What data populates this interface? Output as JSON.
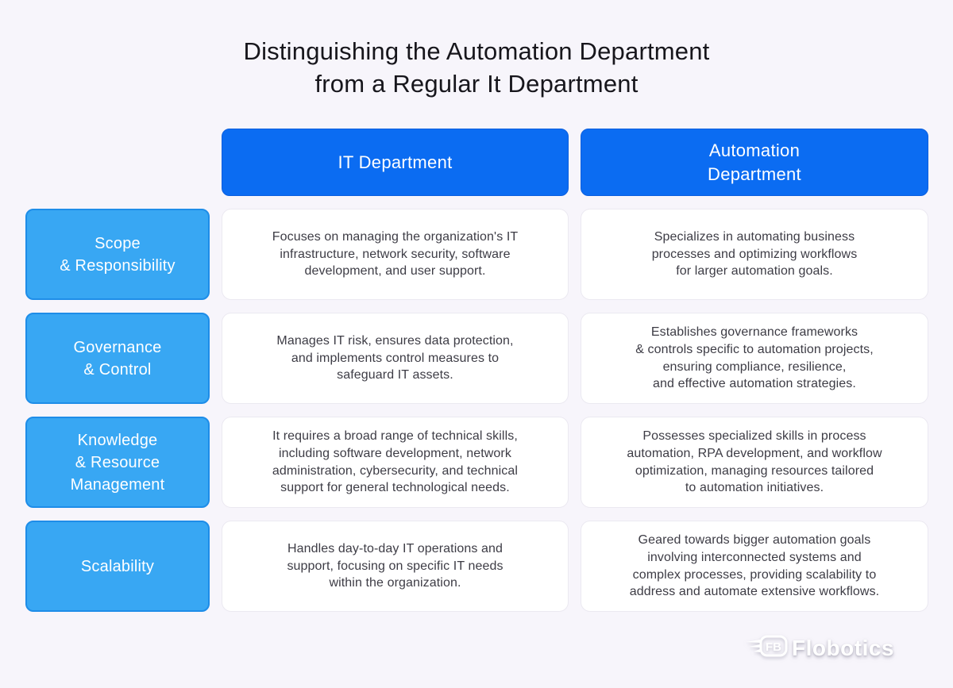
{
  "title": "Distinguishing the Automation Department\nfrom a Regular It Department",
  "columns": {
    "it": "IT Department",
    "automation": "Automation\nDepartment"
  },
  "rows": [
    {
      "header": "Scope\n& Responsibility",
      "it": "Focuses on managing the organization's IT\ninfrastructure, network security, software\ndevelopment, and user support.",
      "automation": "Specializes in automating business\nprocesses and optimizing workflows\nfor larger automation goals."
    },
    {
      "header": "Governance\n& Control",
      "it": "Manages IT risk, ensures data protection,\nand implements control measures to\nsafeguard IT assets.",
      "automation": "Establishes governance frameworks\n& controls specific to automation projects,\nensuring compliance, resilience,\nand effective automation strategies."
    },
    {
      "header": "Knowledge\n& Resource\nManagement",
      "it": "It requires a broad range of technical skills,\nincluding software development, network\nadministration, cybersecurity, and technical\nsupport for general technological needs.",
      "automation": "Possesses specialized skills in process\nautomation, RPA development, and workflow\noptimization, managing resources tailored\nto automation initiatives."
    },
    {
      "header": "Scalability",
      "it": "Handles day-to-day IT operations and\nsupport, focusing on specific IT needs\nwithin the organization.",
      "automation": "Geared towards bigger automation goals\ninvolving interconnected systems and\ncomplex processes, providing scalability to\naddress and automate extensive workflows."
    }
  ],
  "logo": {
    "text": "Flobotics",
    "badge": "FB"
  },
  "colors": {
    "background": "#f7f5fb",
    "header_blue": "#0b6cf2",
    "row_blue": "#38a7f3",
    "card": "#ffffff",
    "body_text": "#3d3c45",
    "title_text": "#17161c"
  }
}
